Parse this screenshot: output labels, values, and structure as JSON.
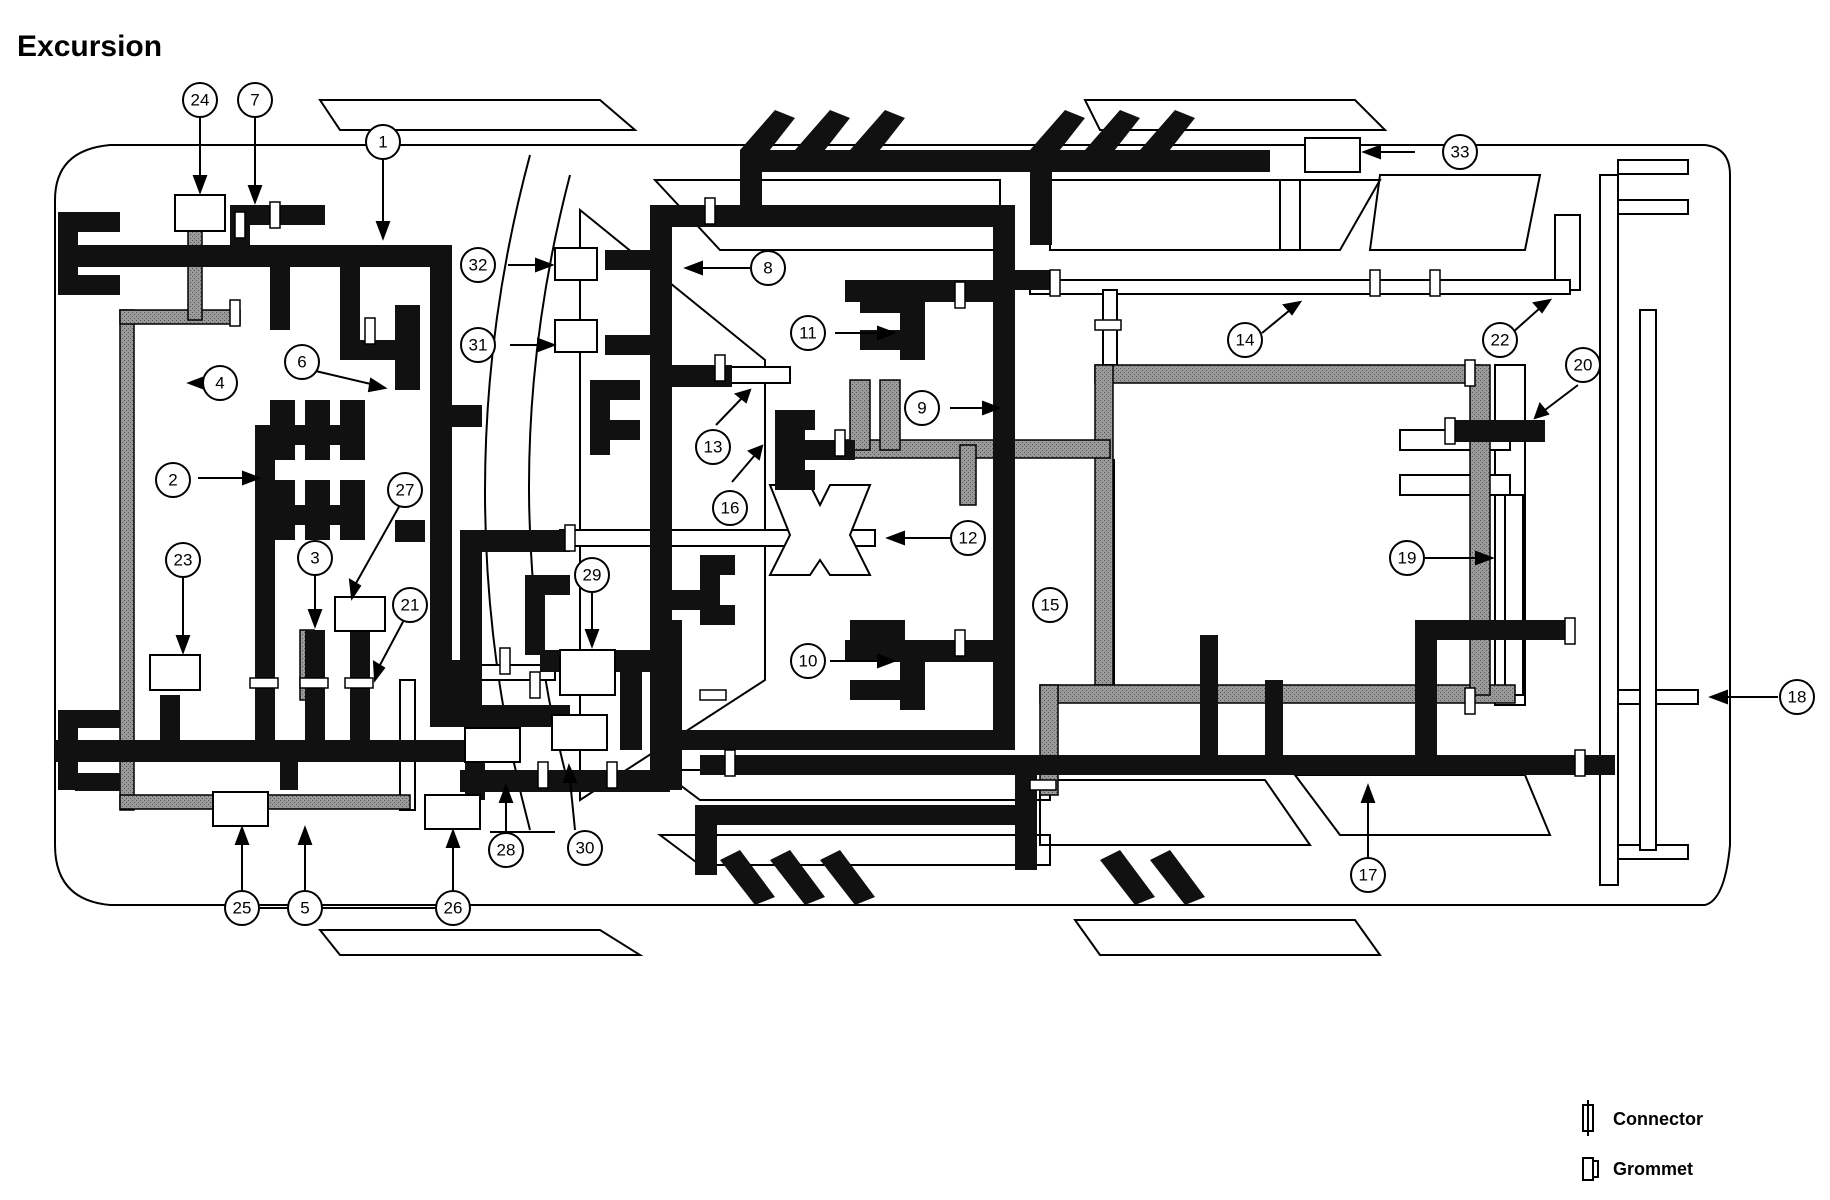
{
  "title": "Excursion",
  "callouts": [
    "1",
    "2",
    "3",
    "4",
    "5",
    "6",
    "7",
    "8",
    "9",
    "10",
    "11",
    "12",
    "13",
    "14",
    "15",
    "16",
    "17",
    "18",
    "19",
    "20",
    "21",
    "22",
    "23",
    "24",
    "25",
    "26",
    "27",
    "28",
    "29",
    "30",
    "31",
    "32",
    "33"
  ],
  "legend": {
    "connector_label": "Connector",
    "grommet_label": "Grommet"
  },
  "colors": {
    "black_harness": "#111111",
    "gray_harness": "#8c8c8c",
    "white_harness": "#ffffff",
    "outline": "#000000"
  }
}
